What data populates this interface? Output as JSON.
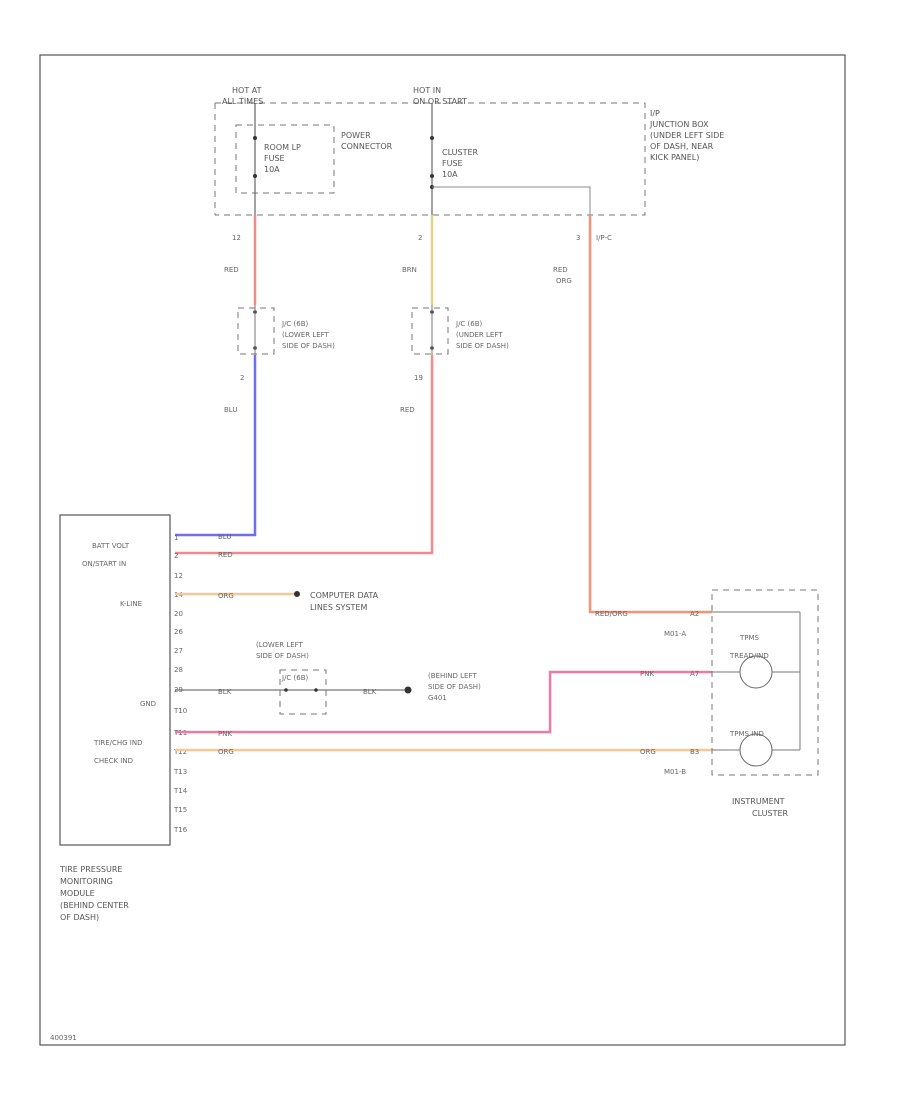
{
  "header": {
    "hot_at_all_times": [
      "HOT AT",
      "ALL TIMES"
    ],
    "hot_in_on_start": [
      "HOT IN",
      "ON OR START"
    ],
    "junction_box": [
      "I/P",
      "JUNCTION BOX",
      "(UNDER LEFT SIDE",
      "OF DASH, NEAR",
      "KICK PANEL)"
    ]
  },
  "fuses": {
    "room_lp": [
      "ROOM LP",
      "FUSE",
      "10A"
    ],
    "power_connector": [
      "POWER",
      "CONNECTOR"
    ],
    "cluster": [
      "CLUSTER",
      "FUSE",
      "10A"
    ]
  },
  "pins": {
    "p12": "12",
    "p2": "2",
    "p3": "3",
    "ip_c": "I/P-C",
    "p2b": "2",
    "p19": "19"
  },
  "wires": {
    "red": "RED",
    "brn": "BRN",
    "red_org": [
      "RED",
      "ORG"
    ],
    "blu": "BLU",
    "red2": "RED",
    "blu_short": "BLU",
    "red_short": "RED",
    "org": "ORG",
    "blk": "BLK",
    "blk2": "BLK",
    "pnk": "PNK",
    "org2": "ORG",
    "red_org_short": "RED/ORG",
    "pnk2": "PNK",
    "org3": "ORG"
  },
  "jbs": {
    "jb1": [
      "J/C (6B)",
      "(LOWER LEFT",
      "SIDE OF DASH)"
    ],
    "jb2": [
      "J/C (6B)",
      "(UNDER LEFT",
      "SIDE OF DASH)"
    ],
    "ground_jc": [
      "(LOWER LEFT",
      "SIDE OF DASH)",
      "J/C (6B)"
    ],
    "ground": [
      "(BEHIND LEFT",
      "SIDE OF DASH)",
      "G401"
    ]
  },
  "module": {
    "pins_left": [
      "BATT VOLT",
      "ON/START IN",
      "",
      "K-LINE",
      "",
      "",
      "",
      "GND",
      "",
      "TIRE/CHG IND",
      "CHECK IND"
    ],
    "pin_numbers": [
      "1",
      "2",
      "12",
      "14",
      "20",
      "26",
      "27",
      "28",
      "29",
      "T10",
      "T11",
      "T12",
      "T13",
      "T14",
      "T15",
      "T16"
    ],
    "name": [
      "TIRE PRESSURE",
      "MONITORING",
      "MODULE",
      "(BEHIND CENTER",
      "OF DASH)"
    ]
  },
  "computer_data": [
    "COMPUTER DATA",
    "LINES SYSTEM"
  ],
  "cluster": {
    "tpms_warn": [
      "TPMS",
      "TREAD/IND"
    ],
    "tpms_ind": [
      "TPMS IND"
    ],
    "connector_a": "M01-A",
    "connector_b": "M01-B",
    "pin_a1": "A2",
    "pin_a2": "A7",
    "pin_b": "B3",
    "name": [
      "INSTRUMENT",
      "CLUSTER"
    ]
  },
  "footer_code": "400391"
}
